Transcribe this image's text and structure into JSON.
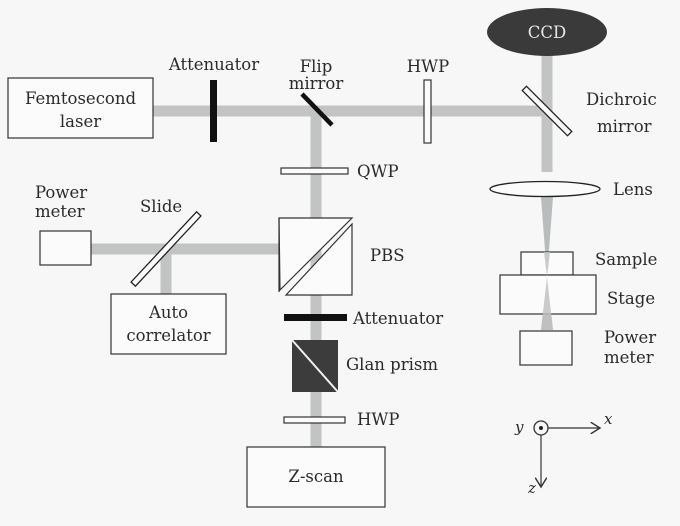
{
  "diagram": {
    "title": "Femtosecond laser Z-scan optical setup",
    "components": {
      "laser": {
        "line1": "Femtosecond",
        "line2": "laser"
      },
      "attenuator_top": "Attenuator",
      "flip_mirror": {
        "line1": "Flip",
        "line2": "mirror"
      },
      "hwp_top": "HWP",
      "ccd": "CCD",
      "dichroic_mirror": {
        "line1": "Dichroic",
        "line2": "mirror"
      },
      "qwp": "QWP",
      "lens": "Lens",
      "power_meter_left": {
        "line1": "Power",
        "line2": "meter"
      },
      "slide": "Slide",
      "pbs": "PBS",
      "sample": "Sample",
      "stage": "Stage",
      "auto_correlator": {
        "line1": "Auto",
        "line2": "correlator"
      },
      "attenuator_bottom": "Attenuator",
      "power_meter_right": {
        "line1": "Power",
        "line2": "meter"
      },
      "glan_prism": "Glan prism",
      "hwp_bottom": "HWP",
      "zscan": "Z-scan"
    },
    "axes": {
      "x": "x",
      "y": "y",
      "z": "z"
    },
    "colors": {
      "beam": "#c2c4c4",
      "ccd": "#3a3a3a",
      "glan_prism": "#3c3c3c",
      "background": "#f6f7f6"
    }
  }
}
